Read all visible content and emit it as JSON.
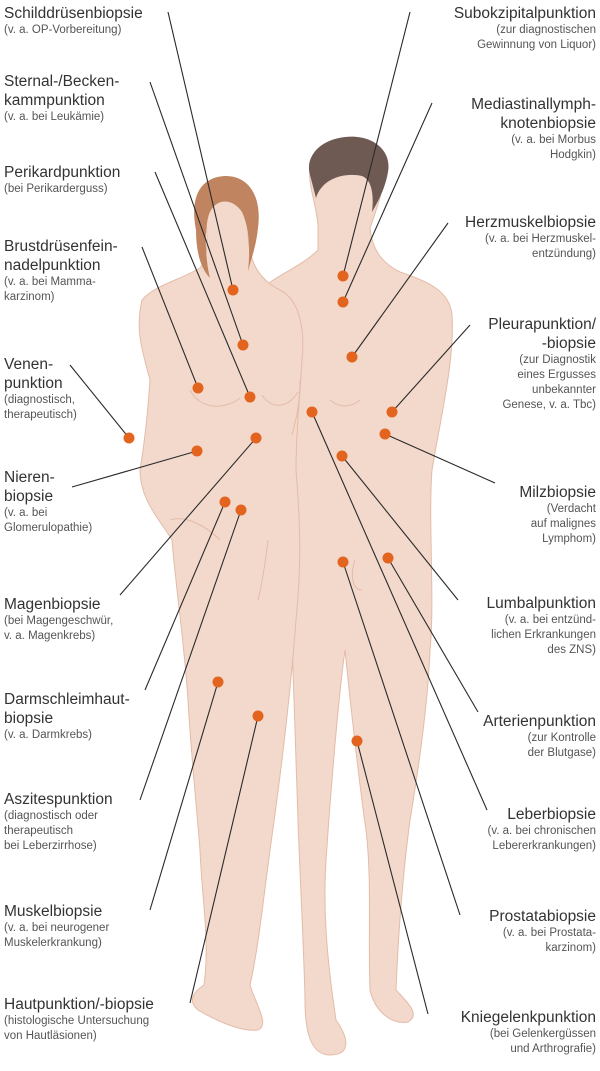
{
  "colors": {
    "skin": "#f3d9cc",
    "skin_outline": "#e4bba8",
    "female_hair": "#c08560",
    "male_hair": "#6e5a53",
    "point": "#e2641e",
    "line": "#2a2a2a"
  },
  "left_labels": [
    {
      "id": "schilddruese",
      "title": "Schilddrüsenbiopsie",
      "sub": "(v. a. OP-Vorbereitung)"
    },
    {
      "id": "sternal",
      "title": "Sternal-/Becken-\nkammpunktion",
      "sub": "(v. a. bei Leukämie)"
    },
    {
      "id": "perikard",
      "title": "Perikardpunktion",
      "sub": "(bei Perikarderguss)"
    },
    {
      "id": "brustdruesen",
      "title": "Brustdrüsenfein-\nnadelpunktion",
      "sub": "(v. a. bei Mamma-\nkarzinom)"
    },
    {
      "id": "venen",
      "title": "Venen-\npunktion",
      "sub": "(diagnostisch,\ntherapeutisch)"
    },
    {
      "id": "nieren",
      "title": "Nieren-\nbiopsie",
      "sub": "(v. a. bei\nGlomerulopathie)"
    },
    {
      "id": "magen",
      "title": "Magenbiopsie",
      "sub": "(bei Magengeschwür,\nv. a. Magenkrebs)"
    },
    {
      "id": "darm",
      "title": "Darmschleimhaut-\nbiopsie",
      "sub": "(v. a. Darmkrebs)"
    },
    {
      "id": "aszites",
      "title": "Aszitespunktion",
      "sub": "(diagnostisch oder\ntherapeutisch\nbei Leberzirrhose)"
    },
    {
      "id": "muskel",
      "title": "Muskelbiopsie",
      "sub": "(v. a. bei neurogener\nMuskelerkrankung)"
    },
    {
      "id": "haut",
      "title": "Hautpunktion/-biopsie",
      "sub": "(histologische Untersuchung\nvon Hautläsionen)"
    }
  ],
  "right_labels": [
    {
      "id": "subokzipital",
      "title": "Subokzipitalpunktion",
      "sub": "(zur diagnostischen\nGewinnung von Liquor)"
    },
    {
      "id": "mediastinal",
      "title": "Mediastinallymph-\nknotenbiopsie",
      "sub": "(v. a. bei Morbus\nHodgkin)"
    },
    {
      "id": "herzmuskel",
      "title": "Herzmuskelbiopsie",
      "sub": "(v. a. bei Herzmuskel-\nentzündung)"
    },
    {
      "id": "pleura",
      "title": "Pleurapunktion/\n-biopsie",
      "sub": "(zur Diagnostik\neines Ergusses\nunbekannter\nGenese, v. a. Tbc)"
    },
    {
      "id": "milz",
      "title": "Milzbiopsie",
      "sub": "(Verdacht\nauf malignes\nLymphom)"
    },
    {
      "id": "lumbal",
      "title": "Lumbalpunktion",
      "sub": "(v. a. bei entzünd-\nlichen Erkrankungen\ndes ZNS)"
    },
    {
      "id": "arterien",
      "title": "Arterienpunktion",
      "sub": "(zur Kontrolle\nder Blutgase)"
    },
    {
      "id": "leber",
      "title": "Leberbiopsie",
      "sub": "(v. a. bei chronischen\nLebererkrankungen)"
    },
    {
      "id": "prostata",
      "title": "Prostatabiopsie",
      "sub": "(v. a. bei Prostata-\nkarzinom)"
    },
    {
      "id": "kniegelenk",
      "title": "Kniegelenkpunktion",
      "sub": "(bei Gelenkergüssen\nund Arthrografie)"
    }
  ]
}
